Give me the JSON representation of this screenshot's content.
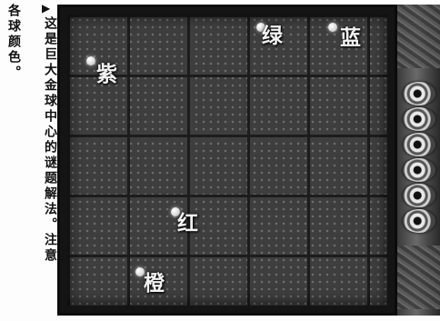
{
  "caption": {
    "left_column": "各球颜色。",
    "pointer": "▶",
    "right_column": "这是巨大金球中心的谜题解法。注意"
  },
  "board": {
    "labels": {
      "green": "绿",
      "blue": "蓝",
      "purple": "紫",
      "red": "红",
      "orange": "橙"
    }
  },
  "machine": {
    "knob_count": 6
  }
}
